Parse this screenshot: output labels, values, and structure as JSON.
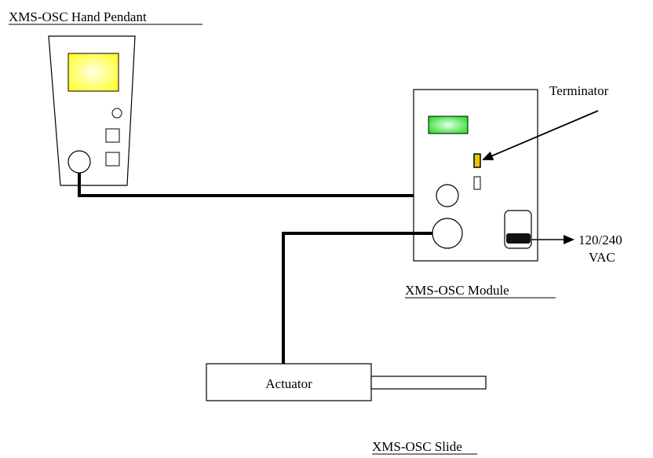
{
  "labels": {
    "pendant_title": "XMS-OSC Hand Pendant",
    "terminator": "Terminator",
    "module_title": "XMS-OSC Module",
    "power_line1": "120/240",
    "power_line2": "VAC",
    "actuator": "Actuator",
    "slide_title": "XMS-OSC Slide"
  },
  "colors": {
    "pendant_screen": "#ffff33",
    "pendant_screen_glow": "#ffffe6",
    "module_led": "#33dd33",
    "module_led_glow": "#e6ffe6",
    "terminator": "#e6c800",
    "switch_knob": "#111111"
  },
  "icons": {
    "pendant_screen": "display-screen-icon",
    "module_led": "status-led-icon",
    "terminator": "terminator-plug-icon",
    "power_switch": "power-switch-icon",
    "arrow": "arrow-right-icon"
  }
}
